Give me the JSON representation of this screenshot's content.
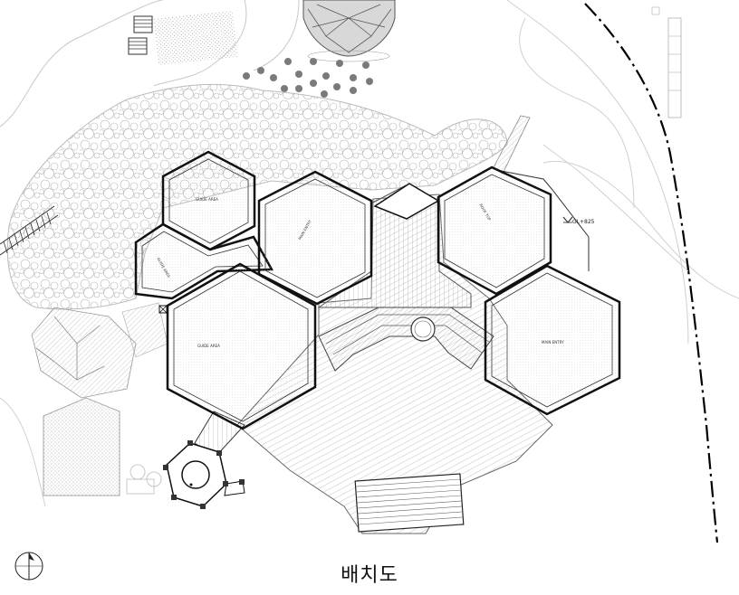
{
  "caption": "배치도",
  "level_label": "GL+825",
  "rooms": [
    {
      "id": "room-1",
      "label": "GUIDE AREA"
    },
    {
      "id": "room-2",
      "label": "GUIDE AREA"
    },
    {
      "id": "room-3",
      "label": "MAIN ENTRY"
    },
    {
      "id": "room-4",
      "label": "ROOF TOP"
    },
    {
      "id": "room-5",
      "label": "GUIDE AREA"
    },
    {
      "id": "room-6",
      "label": "MAIN ENTRY"
    }
  ],
  "icons": {
    "north_arrow": "north-arrow-icon",
    "level_marker": "level-marker-icon"
  }
}
